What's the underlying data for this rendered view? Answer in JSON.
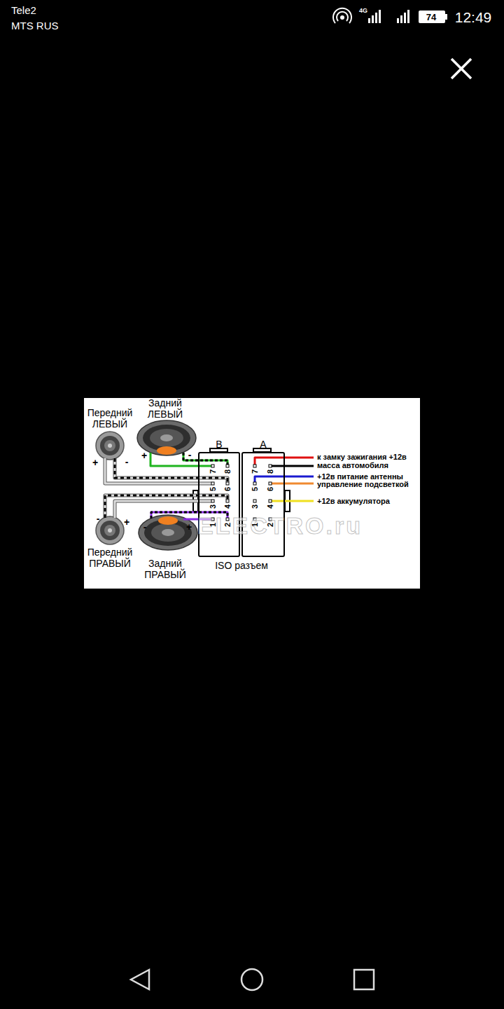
{
  "diagram": {
    "nodes": [
      {
        "text": [
          "ISO разъем"
        ]
      },
      {
        "text": [
          "B"
        ],
        "in": 0
      },
      {
        "text": [
          "A"
        ],
        "in": 0
      }
    ],
    "labels": [
      "Tele2",
      "MTS RUS",
      "4G",
      "74",
      "12:49",
      "Передний ЛЕВЫЙ",
      "Задний ЛЕВЫЙ",
      "+",
      "-",
      "+",
      "-",
      "-",
      "+",
      "-",
      "+",
      "Передний ПРАВЫЙ",
      "Задний ПРАВЫЙ",
      "7",
      "8",
      "5",
      "6",
      "3",
      "4",
      "1",
      "2",
      "7",
      "8",
      "5",
      "6",
      "3",
      "4",
      "1",
      "2",
      "к замку зажигания +12в",
      "масса автомобиля",
      "+12в питание антенны",
      "управление подсветкой",
      "+12в аккумулятора",
      "ELECTRO.ru"
    ]
  }
}
